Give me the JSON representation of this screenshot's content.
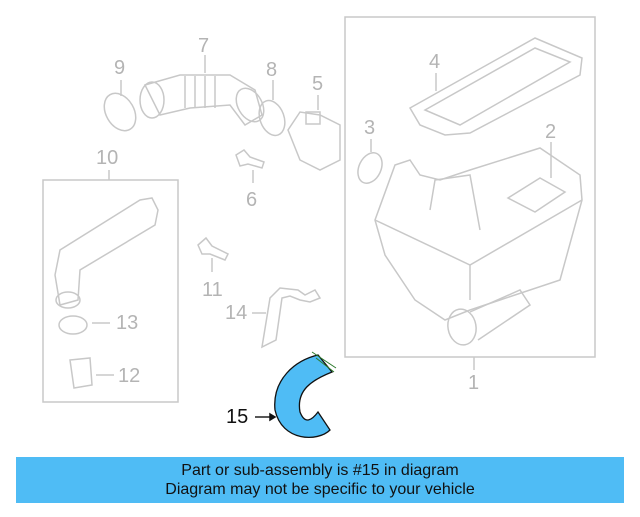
{
  "diagram": {
    "highlight_color": "#4fbcf5",
    "line_color": "#c8c8c8",
    "callouts": [
      {
        "id": "1",
        "label": "1"
      },
      {
        "id": "2",
        "label": "2"
      },
      {
        "id": "3",
        "label": "3"
      },
      {
        "id": "4",
        "label": "4"
      },
      {
        "id": "5",
        "label": "5"
      },
      {
        "id": "6",
        "label": "6"
      },
      {
        "id": "7",
        "label": "7"
      },
      {
        "id": "8",
        "label": "8"
      },
      {
        "id": "9",
        "label": "9"
      },
      {
        "id": "10",
        "label": "10"
      },
      {
        "id": "11",
        "label": "11"
      },
      {
        "id": "12",
        "label": "12"
      },
      {
        "id": "13",
        "label": "13"
      },
      {
        "id": "14",
        "label": "14"
      },
      {
        "id": "15",
        "label": "15",
        "highlighted": true
      }
    ]
  },
  "banner": {
    "line1": "Part or sub-assembly is #15 in diagram",
    "line2": "Diagram may not be specific to your vehicle",
    "background": "#4fbcf5"
  }
}
